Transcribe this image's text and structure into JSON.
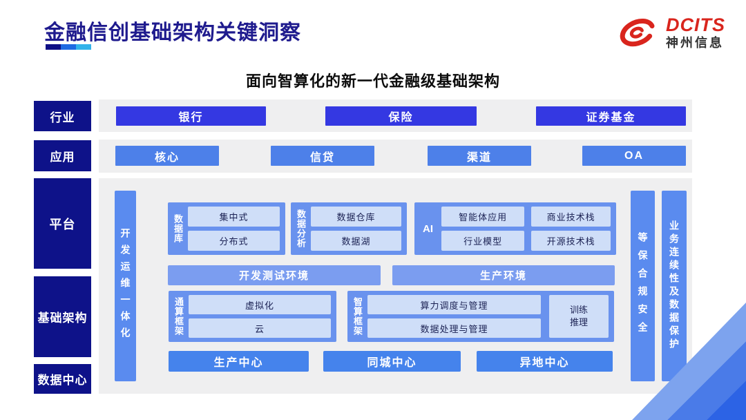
{
  "slide": {
    "title": "金融信创基础架构关键洞察",
    "subtitle": "面向智算化的新一代金融级基础架构"
  },
  "logo": {
    "brand": "DCITS",
    "company": "神州信息"
  },
  "rows": {
    "industry": {
      "label": "行业",
      "items": [
        "银行",
        "保险",
        "证券基金"
      ]
    },
    "application": {
      "label": "应用",
      "items": [
        "核心",
        "信贷",
        "渠道",
        "OA"
      ]
    },
    "platform": {
      "label": "平台"
    },
    "infrastructure": {
      "label": "基础架构"
    },
    "datacenter": {
      "label": "数据中心"
    }
  },
  "diagram": {
    "devops_bar": "开发运维一体化",
    "security_bar": "等保合规安全",
    "continuity_bar": "业务连续性及数据保护",
    "database": {
      "label": "数据库",
      "items": [
        "集中式",
        "分布式"
      ]
    },
    "analytics": {
      "label": "数据分析",
      "items": [
        "数据仓库",
        "数据湖"
      ]
    },
    "ai": {
      "label": "AI",
      "items": [
        "智能体应用",
        "商业技术栈",
        "行业模型",
        "开源技术栈"
      ]
    },
    "environments": [
      "开发测试环境",
      "生产环境"
    ],
    "general_compute": {
      "label": "通算框架",
      "items": [
        "虚拟化",
        "云"
      ]
    },
    "smart_compute": {
      "label": "智算框架",
      "items": [
        "算力调度与管理",
        "数据处理与管理"
      ],
      "side_item": "训练推理"
    },
    "centers": [
      "生产中心",
      "同城中心",
      "异地中心"
    ]
  },
  "colors": {
    "title_navy": "#1f1b8e",
    "label_navy": "#0e1289",
    "industry_blue": "#3438e2",
    "application_blue": "#4d80e9",
    "frame_blue": "#6992ee",
    "bar_blue": "#5a8bef",
    "env_blue": "#7b9df0",
    "center_blue": "#4583ec",
    "inner_light": "#cfdef8",
    "band_gray": "#efeff0",
    "logo_red": "#d9251d"
  }
}
